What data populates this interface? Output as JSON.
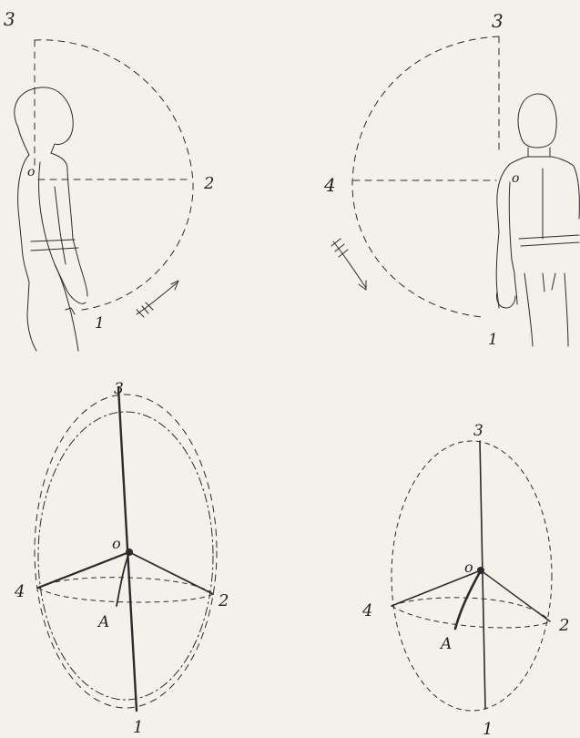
{
  "labels": {
    "fig1_3": "3",
    "fig1_0": "o",
    "fig1_2": "2",
    "fig1_1": "1",
    "fig2_3": "3",
    "fig2_4": "4",
    "fig2_0": "o",
    "fig2_1": "1",
    "fig3_3": "3",
    "fig3_0": "o",
    "fig3_4": "4",
    "fig3_2": "2",
    "fig3_a": "A",
    "fig3_1": "1",
    "fig4_3": "3",
    "fig4_0": "o",
    "fig4_4": "4",
    "fig4_2": "2",
    "fig4_a": "A",
    "fig4_1": "1"
  },
  "colors": {
    "paper": "#f3f1ea",
    "ink": "#2b2b2b"
  }
}
